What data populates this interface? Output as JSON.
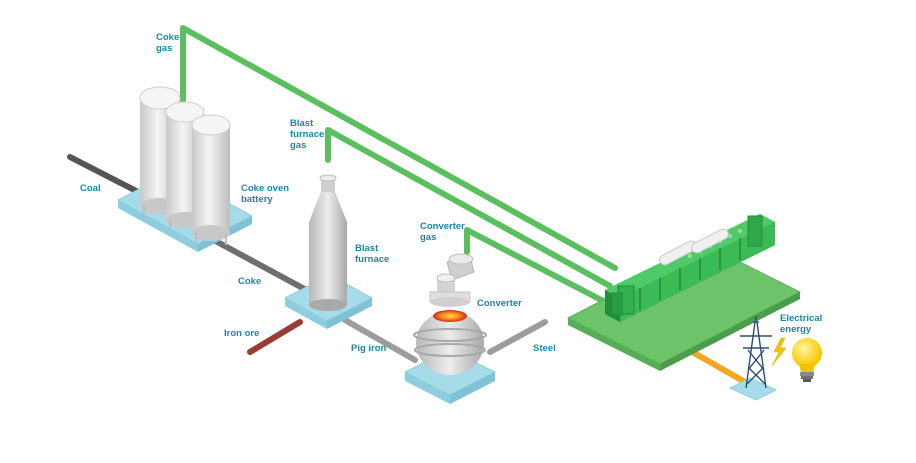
{
  "labels": {
    "coke_gas": "Coke\ngas",
    "coal": "Coal",
    "coke_oven_battery": "Coke oven\nbattery",
    "blast_furnace_gas": "Blast\nfurnace\ngas",
    "blast_furnace": "Blast\nfurnace",
    "coke": "Coke",
    "iron_ore": "Iron ore",
    "converter_gas": "Converter\ngas",
    "converter": "Converter",
    "pig_iron": "Pig iron",
    "steel": "Steel",
    "electrical_energy": "Electrical\nenergy"
  },
  "colors": {
    "label": "#1d86a8",
    "gas_pipe": "#5cbf5f",
    "coal_line": "#555555",
    "coke_line": "#6e6e6e",
    "iron_ore_line": "#9a3a32",
    "pig_iron_line": "#9c9c9c",
    "power_line": "#f5a623",
    "platform": "#a6dcea",
    "engine_platform": "#6cc36a",
    "engine": "#2fa84a",
    "tank": "#e4e4e4",
    "bulb": "#ffd400"
  },
  "icons": [
    "gas-engine-icon",
    "power-tower-icon",
    "light-bulb-icon",
    "lightning-icon"
  ]
}
